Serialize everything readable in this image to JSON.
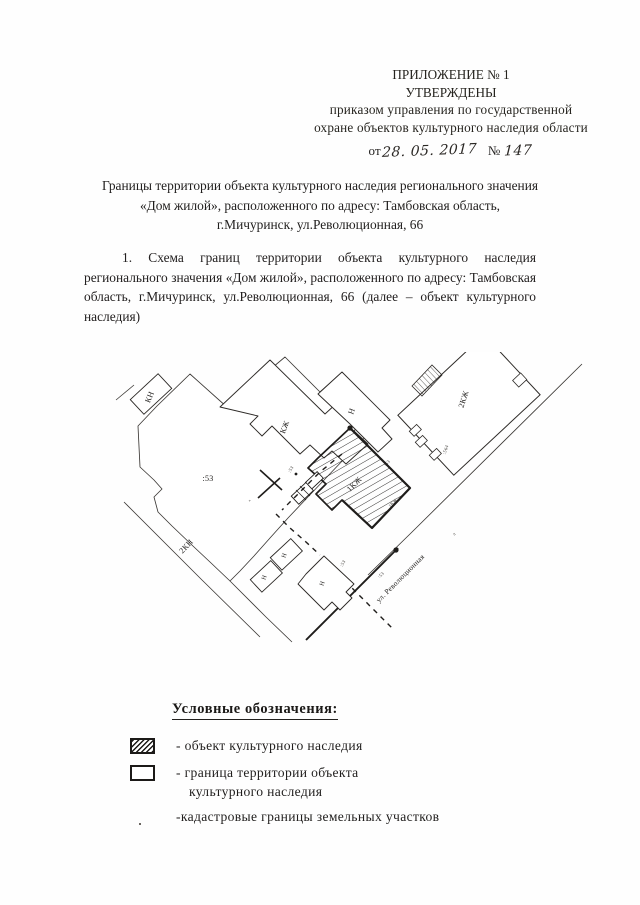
{
  "document": {
    "header": {
      "line1": "ПРИЛОЖЕНИЕ № 1",
      "line2": "УТВЕРЖДЕНЫ",
      "line3": "приказом управления по государственной",
      "line4": "охране объектов культурного наследия области",
      "approval_prefix": "от",
      "approval_date": "28. 05. 2017",
      "approval_number_label": "№",
      "approval_number": "147"
    },
    "title": {
      "line1": "Границы территории объекта культурного наследия регионального значения",
      "line2": "«Дом жилой», расположенного по адресу: Тамбовская область,",
      "line3": "г.Мичуринск,  ул.Революционная, 66"
    },
    "paragraph": {
      "text": "1. Схема границ территории объекта культурного наследия регионального значения «Дом жилой», расположенного по адресу: Тамбовская область, г.Мичуринск,  ул.Революционная, 66  (далее – объект культурного наследия)"
    },
    "legend": {
      "title": "Условные обозначения:",
      "items": [
        {
          "symbol": "hatched-box",
          "text": "- объект культурного наследия"
        },
        {
          "symbol": "outline-box",
          "text": "- граница территории объекта",
          "text_second_line": "культурного наследия"
        },
        {
          "symbol": "none",
          "text": "-кадастровые границы земельных участков"
        }
      ]
    },
    "map": {
      "street_label": "ул. Революционная",
      "parcel_label": ":53",
      "buildings": [
        {
          "label": "КН",
          "name": "outbuilding-kn"
        },
        {
          "label": "2КН",
          "name": "parcel-2kn"
        },
        {
          "label": "КЖ",
          "name": "building-kzh"
        },
        {
          "label": "Н",
          "name": "building-n-upper"
        },
        {
          "label": "2КЖ",
          "name": "building-2kzh"
        },
        {
          "label": "1КЖ",
          "name": "heritage-object-1kzh"
        },
        {
          "label": "Н",
          "name": "building-n-small-1"
        },
        {
          "label": "Н",
          "name": "building-n-small-2"
        },
        {
          "label": "Н",
          "name": "building-n-small-3"
        }
      ],
      "colors": {
        "ink": "#1f1d1b",
        "light_ink": "#4a4643",
        "paper": "#ffffff"
      }
    }
  }
}
